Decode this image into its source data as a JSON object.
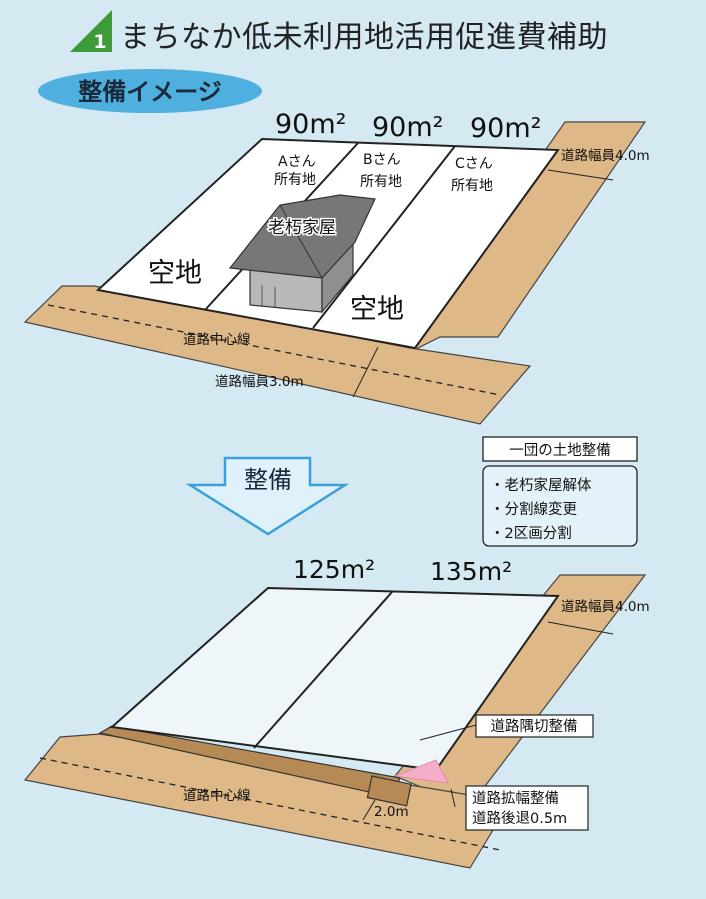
{
  "title": {
    "number": "1",
    "text": "まちなか低未利用地活用促進費補助"
  },
  "image_label": "整備イメージ",
  "before": {
    "areas": [
      "90m²",
      "90m²",
      "90m²"
    ],
    "owners": [
      [
        "Aさん",
        "所有地"
      ],
      [
        "Bさん",
        "所有地"
      ],
      [
        "Cさん",
        "所有地"
      ]
    ],
    "vacant_label": "空地",
    "house_label": "老朽家屋",
    "road_width_right": "道路幅員4.0m",
    "road_center": "道路中心線",
    "road_width_bottom": "道路幅員3.0m"
  },
  "arrow_label": "整備",
  "project": {
    "title": "一団の土地整備",
    "items": [
      "・老朽家屋解体",
      "・分割線変更",
      "・2区画分割"
    ]
  },
  "after": {
    "areas": [
      "125m²",
      "135m²"
    ],
    "road_width_right": "道路幅員4.0m",
    "corner_cut": "道路隅切整備",
    "road_center": "道路中心線",
    "widening": [
      "道路拡幅整備",
      "道路後退0.5m"
    ],
    "setback": "2.0m"
  }
}
